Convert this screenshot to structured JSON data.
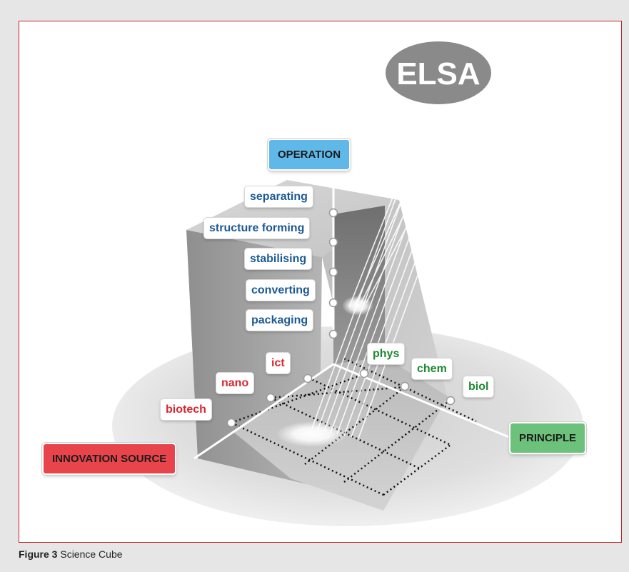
{
  "ellipse_label": "ELSA",
  "axes": {
    "operation": {
      "title": "OPERATION",
      "color": "#5fb8e8",
      "items": [
        "separating",
        "structure forming",
        "stabilising",
        "converting",
        "packaging"
      ]
    },
    "innovation_source": {
      "title": "INNOVATION SOURCE",
      "color": "#e8444b",
      "items": [
        "biotech",
        "nano",
        "ict"
      ]
    },
    "principle": {
      "title": "PRINCIPLE",
      "color": "#6cc27a",
      "items": [
        "phys",
        "chem",
        "biol"
      ]
    }
  },
  "caption": {
    "prefix": "Figure 3",
    "text": "Science Cube"
  }
}
